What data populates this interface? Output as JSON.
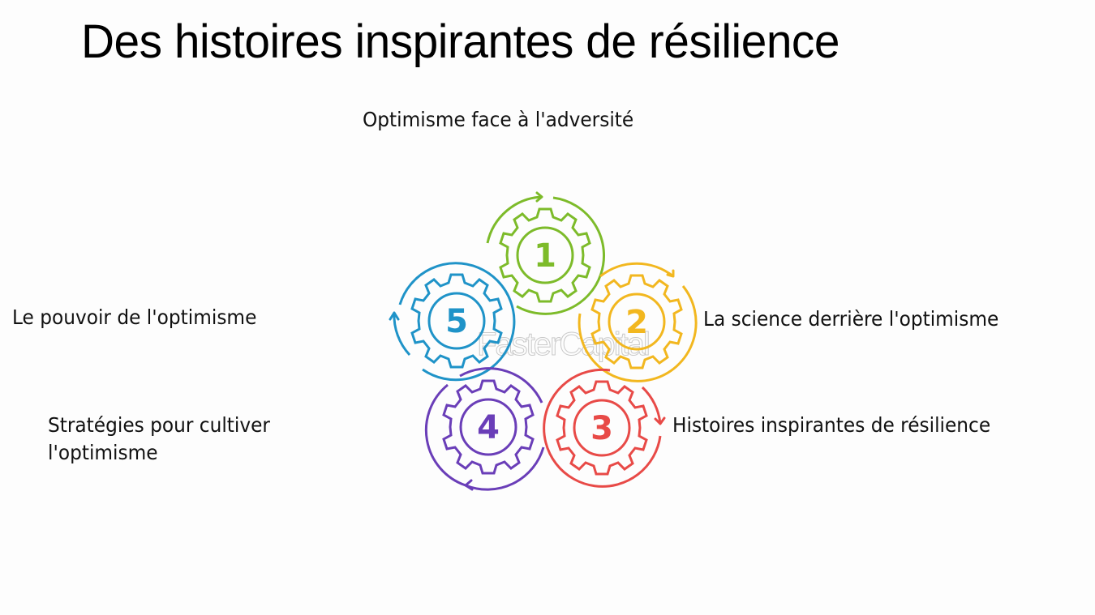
{
  "title": "Des histoires inspirantes de résilience",
  "watermark": "FasterCapital",
  "colors": {
    "background": "#fdfdfd",
    "gear1": "#7dbb2a",
    "gear2": "#f2b71f",
    "gear3": "#e84a47",
    "gear4": "#6a3eb8",
    "gear5": "#1f93c8"
  },
  "gears": [
    {
      "number": "1",
      "label": "Optimisme face à l'adversité",
      "color": "#7dbb2a"
    },
    {
      "number": "2",
      "label": "La science derrière l'optimisme",
      "color": "#f2b71f"
    },
    {
      "number": "3",
      "label": "Histoires inspirantes de résilience",
      "color": "#e84a47"
    },
    {
      "number": "4",
      "label": "Stratégies pour cultiver l'optimisme",
      "color": "#6a3eb8"
    },
    {
      "number": "5",
      "label": "Le pouvoir de l'optimisme",
      "color": "#1f93c8"
    }
  ]
}
